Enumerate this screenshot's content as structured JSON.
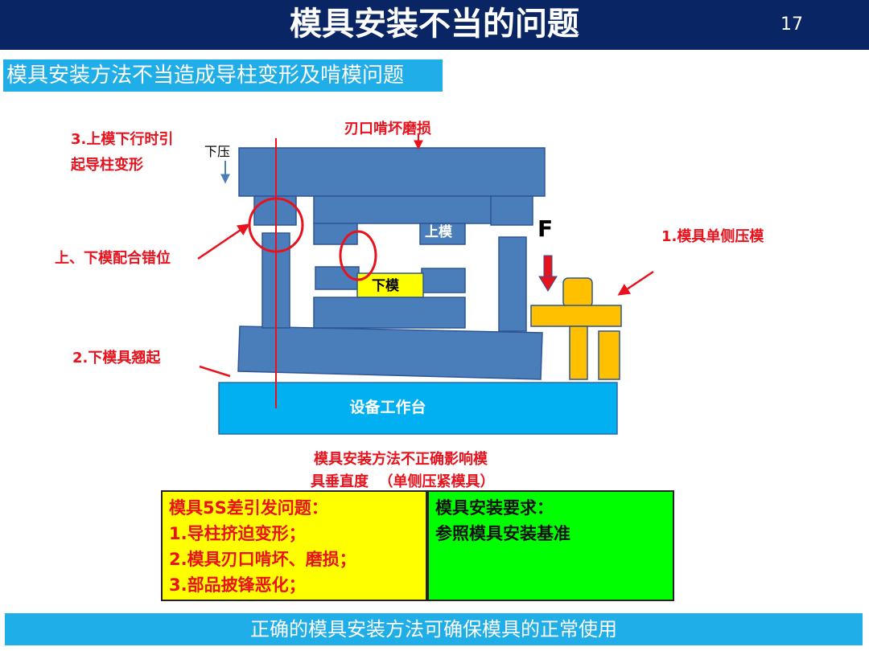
{
  "header": {
    "title": "模具安装不当的问题",
    "page_number": "17"
  },
  "subtitle": "模具安装方法不当造成导柱变形及啃模问题",
  "diagram": {
    "labels": {
      "guide_pillar": [
        "3.上模下行时引",
        "起导柱变形"
      ],
      "press_down": "下压",
      "edge_wear": "刃口啃坏磨损",
      "misalign": "上、下模配合错位",
      "upper_die": "上模",
      "lower_die": "下模",
      "force": "F",
      "one_side": "1.模具单侧压模",
      "warp": "2.下模具翘起",
      "table": "设备工作台"
    },
    "caption": [
      "模具安装方法不正确影响模",
      "具垂直度  （单侧压紧模具）"
    ]
  },
  "problems": {
    "title": "模具5S差引发问题：",
    "items": [
      "1.导柱挤迫变形；",
      "2.模具刃口啃坏、磨损；",
      "3.部品披锋恶化；"
    ]
  },
  "requirements": {
    "title": "模具安装要求：",
    "items": [
      "参照模具安装基准"
    ]
  },
  "footer": "正确的模具安装方法可确保模具的正常使用",
  "colors": {
    "header": "#0a2563",
    "accent": "#20aee8",
    "die": "#4a7ebb",
    "clamp": "#ffc000",
    "red": "#e8121c"
  }
}
